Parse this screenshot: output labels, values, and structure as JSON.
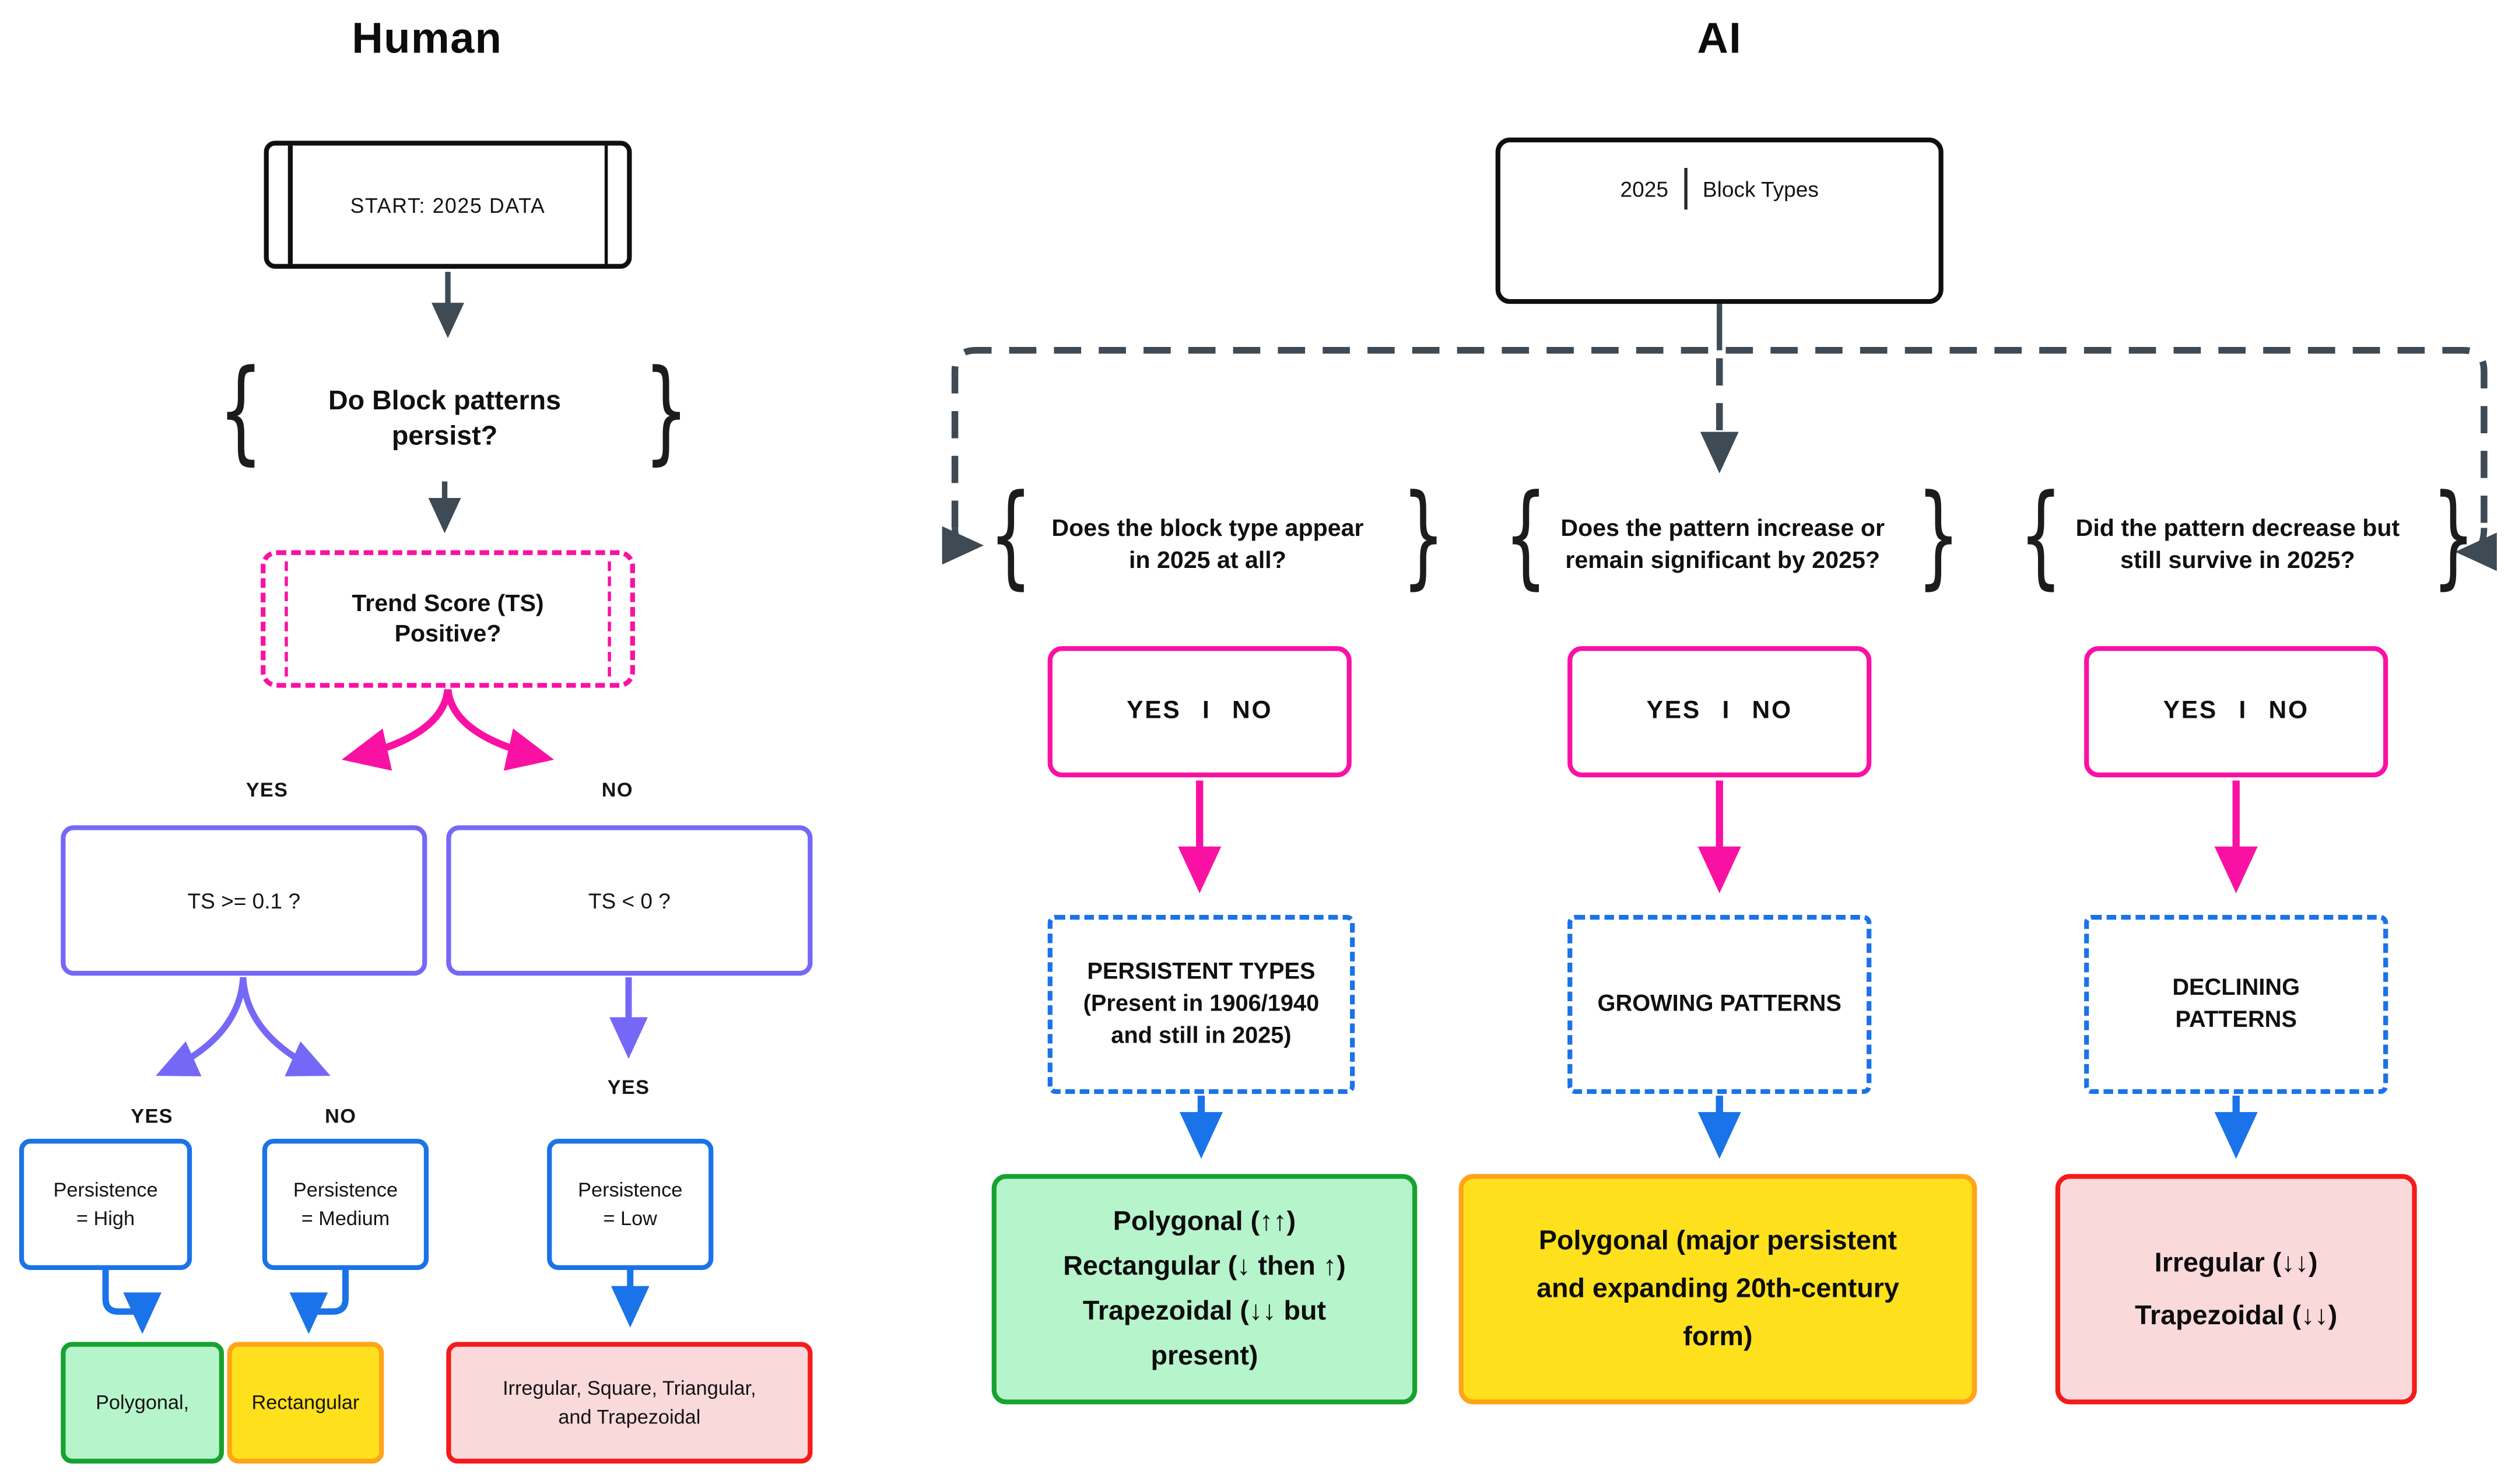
{
  "human": {
    "title": "Human",
    "start_label": "START: 2025 DATA",
    "persist_question": "Do Block patterns\npersist?",
    "trend_question": "Trend Score (TS)\nPositive?",
    "trend_yes": "YES",
    "trend_no": "NO",
    "ts_high_question": "TS >= 0.1 ?",
    "ts_low_question": "TS < 0 ?",
    "ts_high_yes": "YES",
    "ts_high_no": "NO",
    "ts_low_yes": "YES",
    "persistence_high": "Persistence\n= High",
    "persistence_medium": "Persistence\n= Medium",
    "persistence_low": "Persistence\n= Low",
    "result_high": "Polygonal,",
    "result_medium": "Rectangular",
    "result_low": "Irregular, Square, Triangular,\nand Trapezoidal"
  },
  "ai": {
    "title": "AI",
    "root_year": "2025",
    "root_label": "Block Types",
    "question_1": "Does the block type appear\nin 2025 at all?",
    "question_2": "Does the pattern increase or\nremain significant by 2025?",
    "question_3": "Did the pattern decrease but\nstill survive in 2025?",
    "yes_no_1": "YES I NO",
    "yes_no_2": "YES I NO",
    "yes_no_3": "YES I NO",
    "category_1": "PERSISTENT TYPES\n(Present in 1906/1940\nand still in 2025)",
    "category_2": "GROWING PATTERNS",
    "category_3": "DECLINING\nPATTERNS",
    "result_1": "Polygonal (↑↑)\nRectangular (↓ then ↑)\nTrapezoidal (↓↓ but\npresent)",
    "result_2": "Polygonal  (major persistent\nand expanding 20th-century\nform)",
    "result_3": "Irregular (↓↓)\nTrapezoidal (↓↓)"
  },
  "glyphs": {
    "brace_open": "{",
    "brace_close": "}"
  },
  "colors": {
    "arrow_dark": "#3E4A54",
    "pink": "#F911A4",
    "purple": "#7668F7",
    "blue": "#1A73E8",
    "green_border": "#17A22F",
    "green_fill": "#B6F4CC",
    "yellow_fill": "#FFE01D",
    "orange_border": "#FFA318",
    "red_border": "#F41B1B",
    "red_fill": "#FAD9DB"
  }
}
